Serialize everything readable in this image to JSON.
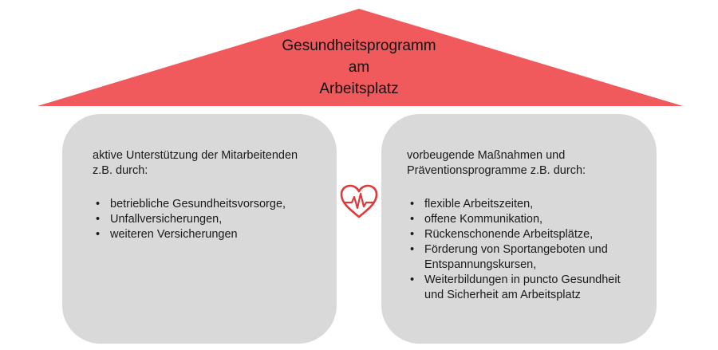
{
  "roof": {
    "title_lines": [
      "Gesundheitsprogramm",
      "am",
      "Arbeitsplatz"
    ],
    "color": "#f05a5c"
  },
  "left_box": {
    "intro_lines": [
      "aktive Unterstützung der Mitarbeitenden",
      "z.B. durch:"
    ],
    "items": [
      [
        "betriebliche Gesundheitsvorsorge,"
      ],
      [
        "Unfallversicherungen,"
      ],
      [
        "weiteren Versicherungen"
      ]
    ]
  },
  "right_box": {
    "intro_lines": [
      "vorbeugende Maßnahmen und",
      "Präventionsprogramme z.B. durch:"
    ],
    "items": [
      [
        "flexible Arbeitszeiten,"
      ],
      [
        "offene Kommunikation,"
      ],
      [
        "Rückenschonende Arbeitsplätze,"
      ],
      [
        "Förderung von Sportangeboten und",
        "Entspannungskursen,"
      ],
      [
        "Weiterbildungen in puncto Gesundheit",
        "und Sicherheit am Arbeitsplatz"
      ]
    ]
  },
  "heart_icon": {
    "name": "heartbeat-icon",
    "color": "#e0393c"
  },
  "box_color": "#d9d9d9"
}
